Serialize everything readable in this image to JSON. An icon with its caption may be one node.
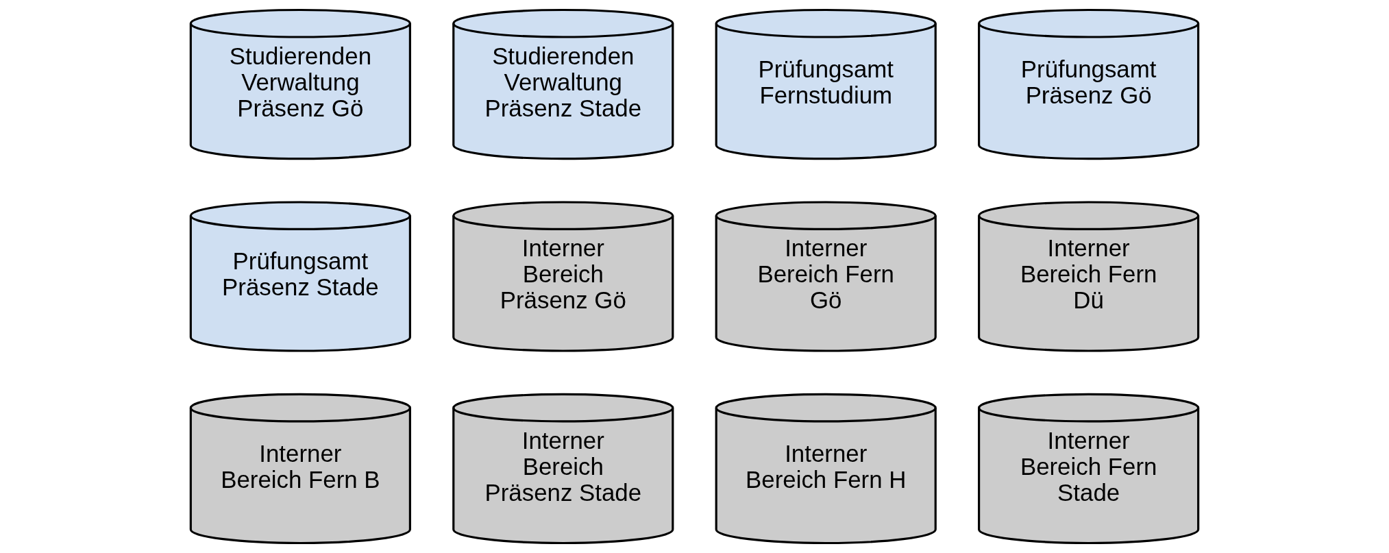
{
  "diagram": {
    "nodes": [
      {
        "text": [
          "Studierenden Verwaltung Präsenz Gö"
        ]
      },
      {
        "text": [
          "Studierenden Verwaltung Präsenz Stade"
        ]
      },
      {
        "text": [
          "Prüfungsamt Fernstudium"
        ]
      },
      {
        "text": [
          "Prüfungsamt Präsenz Gö"
        ]
      },
      {
        "text": [
          "Prüfungsamt Präsenz Stade"
        ]
      },
      {
        "text": [
          "Interner Bereich Präsenz Gö"
        ]
      },
      {
        "text": [
          "Interner Bereich Fern Gö"
        ]
      },
      {
        "text": [
          "Interner Bereich Fern Dü"
        ]
      },
      {
        "text": [
          "Interner Bereich Fern B"
        ]
      },
      {
        "text": [
          "Interner Bereich Präsenz Stade"
        ]
      },
      {
        "text": [
          "Interner Bereich Fern H"
        ]
      },
      {
        "text": [
          "Interner Bereich Fern Stade"
        ]
      }
    ]
  }
}
